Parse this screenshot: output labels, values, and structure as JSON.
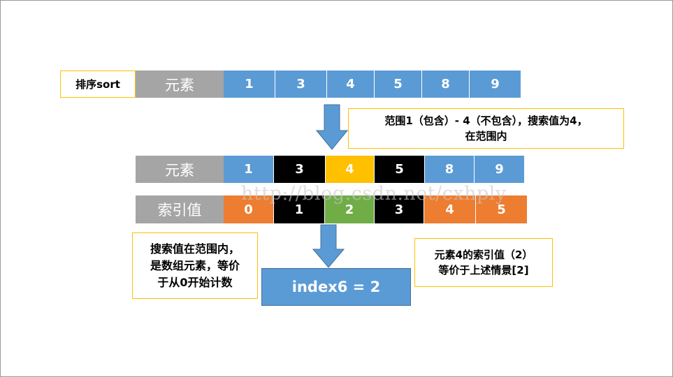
{
  "sort_label": "排序sort",
  "element_label": "元素",
  "index_label": "索引值",
  "row1": [
    "1",
    "3",
    "4",
    "5",
    "8",
    "9"
  ],
  "row2": [
    "1",
    "3",
    "4",
    "5",
    "8",
    "9"
  ],
  "row3": [
    "0",
    "1",
    "2",
    "3",
    "4",
    "5"
  ],
  "note_top": {
    "line1": "范围1（包含）- 4（不包含），搜索值为4，",
    "line2": "在范围内"
  },
  "note_left": {
    "line1": "搜索值在范围内，",
    "line2": "是数组元素，等价",
    "line3": "于从0开始计数"
  },
  "note_right": {
    "line1": "元素4的索引值（2）",
    "line2": "等价于上述情景[2]"
  },
  "result": "index6 = 2",
  "watermark": "http://blog.csdn.net/cxhply",
  "colors": {
    "blue": "#5b9bd5",
    "gray": "#a5a5a5",
    "black": "#000000",
    "yellow": "#ffc000",
    "orange": "#ed7d31",
    "green": "#70ad47"
  }
}
